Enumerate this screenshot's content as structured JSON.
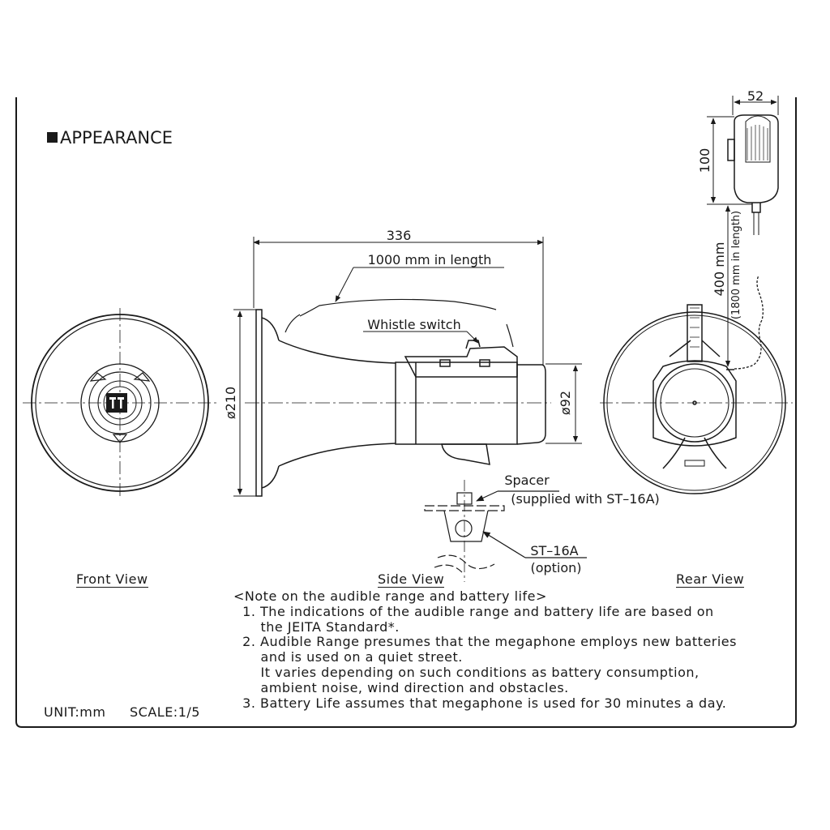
{
  "title": "APPEARANCE",
  "views": {
    "front": "Front View",
    "side": "Side View",
    "rear": "Rear View"
  },
  "dimensions": {
    "length": "336",
    "horn_diameter": "ø210",
    "body_diameter": "ø92",
    "mic_height": "100",
    "mic_width": "52",
    "cord_length": "400 mm",
    "cord_extended": "(1800 mm in length)",
    "strap_length": "1000 mm in length"
  },
  "callouts": {
    "whistle_switch": "Whistle switch",
    "spacer": "Spacer",
    "spacer_note": "(supplied with ST–16A)",
    "stand": "ST–16A",
    "stand_note": "(option)"
  },
  "notes": {
    "heading": "<Note on the audible range and battery life>",
    "lines": [
      "  1. The indications of the audible range and battery life are based on",
      "      the JEITA Standard*.",
      "  2. Audible Range presumes that the megaphone employs new batteries",
      "      and is used on a quiet street.",
      "      It varies depending on such conditions as battery consumption,",
      "      ambient noise, wind direction and obstacles.",
      "  3. Battery Life assumes that megaphone is used for 30 minutes a day."
    ]
  },
  "footer": {
    "unit": "UNIT:mm",
    "scale": "SCALE:1/5"
  }
}
